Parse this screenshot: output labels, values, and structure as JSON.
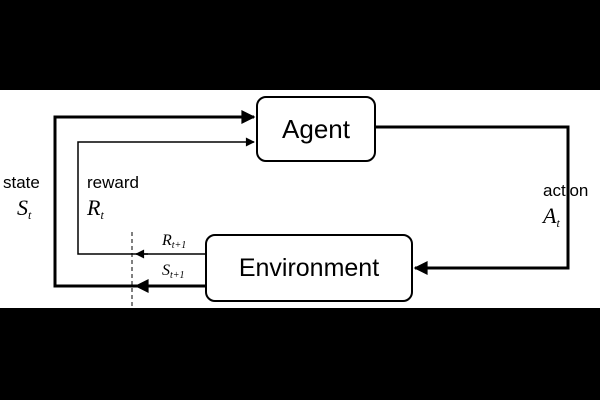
{
  "diagram": {
    "agent_label": "Agent",
    "environment_label": "Environment",
    "state": {
      "word": "state",
      "symbol": "S",
      "subscript": "t"
    },
    "reward": {
      "word": "reward",
      "symbol": "R",
      "subscript": "t"
    },
    "action": {
      "word": "action",
      "symbol": "A",
      "subscript": "t"
    },
    "next_reward": {
      "symbol": "R",
      "subscript": "t+1"
    },
    "next_state": {
      "symbol": "S",
      "subscript": "t+1"
    },
    "colors": {
      "background": "#000000",
      "panel": "#ffffff",
      "ink": "#000000"
    }
  }
}
